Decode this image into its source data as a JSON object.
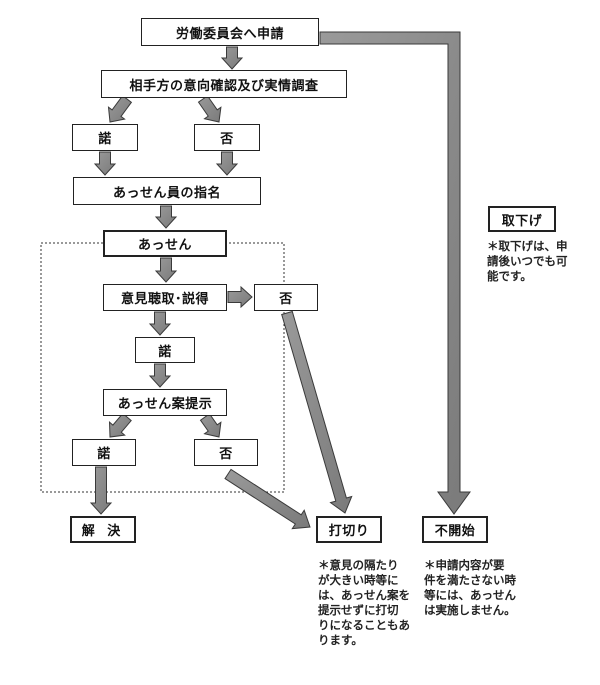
{
  "nodes": {
    "apply": "労働委員会へ申請",
    "investigate": "相手方の意向確認及び実情調査",
    "yes1": "諾",
    "no1": "否",
    "nominate": "あっせん員の指名",
    "assen": "あっせん",
    "hearing": "意見聴取･説得",
    "no_hearing": "否",
    "yes2": "諾",
    "proposal": "あっせん案提示",
    "yes3": "諾",
    "no3": "否",
    "resolve": "解 決",
    "terminate": "打切り",
    "not_start": "不開始",
    "withdraw": "取下げ"
  },
  "notes": {
    "withdraw": [
      "＊取下げは、申",
      "請後いつでも可",
      "能です。"
    ],
    "terminate": [
      "＊意見の隔たり",
      "が大きい時等に",
      "は、あっせん案を",
      "提示せずに打切",
      "りになることもあ",
      "ります。"
    ],
    "not_start": [
      "＊申請内容が要",
      "件を満たさない時",
      "等には、あっせん",
      "は実施しません。"
    ]
  },
  "colors": {
    "arrow_fill": "#8a8a8a",
    "arrow_stroke": "#3a3a3a",
    "border": "#222222"
  }
}
